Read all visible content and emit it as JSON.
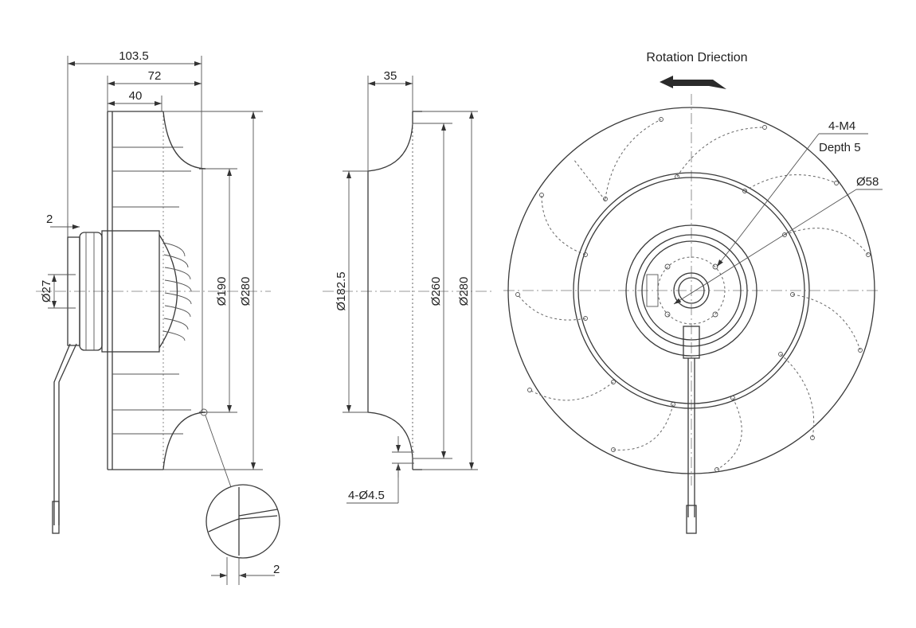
{
  "side_view": {
    "dims": {
      "overall_depth": "103.5",
      "impeller_depth": "72",
      "inlet_depth": "40",
      "motor_step": "2",
      "shaft_dia": "Ø27",
      "inlet_dia": "Ø190",
      "outer_dia": "Ø280"
    },
    "detail_gap": "2"
  },
  "ring_view": {
    "dims": {
      "flange_depth": "35",
      "bore_dia": "Ø182.5",
      "hole_circle_dia": "Ø260",
      "outer_dia": "Ø280",
      "mounting_holes": "4-Ø4.5"
    }
  },
  "front_view": {
    "rotation_label": "Rotation Driection",
    "thread_label": "4-M4",
    "thread_depth": "Depth 5",
    "hub_circle_dia": "Ø58"
  },
  "colors": {
    "line": "#3a3a3a",
    "background": "#ffffff"
  }
}
